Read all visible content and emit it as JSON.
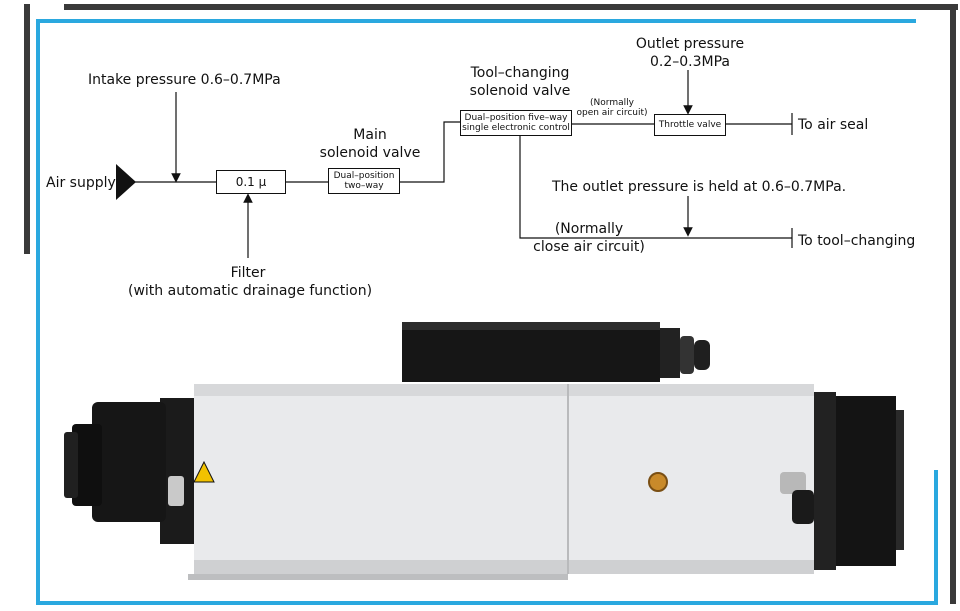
{
  "diagram": {
    "air_supply": "Air supply",
    "intake_pressure": "Intake pressure 0.6–0.7MPa",
    "filter_box": "0.1 μ",
    "filter_label_line1": "Filter",
    "filter_label_line2": "(with automatic drainage function)",
    "main_valve_title_line1": "Main",
    "main_valve_title_line2": "solenoid valve",
    "main_valve_box_line1": "Dual–position",
    "main_valve_box_line2": "two–way",
    "tool_valve_title_line1": "Tool–changing",
    "tool_valve_title_line2": "solenoid valve",
    "tool_valve_box_line1": "Dual–position five–way",
    "tool_valve_box_line2": "single electronic control",
    "normally_open_line1": "(Normally",
    "normally_open_line2": "open air circuit)",
    "outlet_pressure_line1": "Outlet pressure",
    "outlet_pressure_line2": "0.2–0.3MPa",
    "throttle_valve": "Throttle valve",
    "to_air_seal": "To air seal",
    "outlet_held": "The outlet pressure is held at 0.6–0.7MPa.",
    "normally_close_line1": "(Normally",
    "normally_close_line2": "close air circuit)",
    "to_tool_changing": "To tool–changing"
  },
  "colors": {
    "frame_blue": "#2aa8df",
    "frame_dark": "#3a3a3a",
    "spindle_body": "#e9eaec",
    "spindle_dark": "#1b1b1b",
    "warning_yellow": "#f2c200"
  },
  "icons": [
    "air-supply-triangle-icon",
    "warning-triangle-icon"
  ]
}
